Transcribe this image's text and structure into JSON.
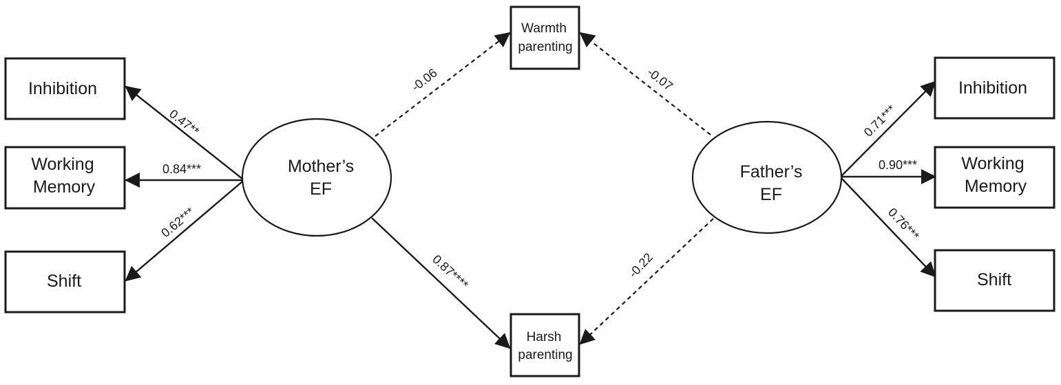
{
  "mother": {
    "line1": "Mother’s",
    "line2": "EF"
  },
  "father": {
    "line1": "Father’s",
    "line2": "EF"
  },
  "warmth": {
    "line1": "Warmth",
    "line2": "parenting"
  },
  "harsh": {
    "line1": "Harsh",
    "line2": "parenting"
  },
  "left_indicators": {
    "inhibition": "Inhibition",
    "working_memory": {
      "line1": "Working",
      "line2": "Memory"
    },
    "shift": "Shift"
  },
  "right_indicators": {
    "inhibition": "Inhibition",
    "working_memory": {
      "line1": "Working",
      "line2": "Memory"
    },
    "shift": "Shift"
  },
  "coefficients": {
    "mother_inhibition": "0.47**",
    "mother_working_memory": "0.84***",
    "mother_shift": "0.62***",
    "father_inhibition": "0.71***",
    "father_working_memory": "0.90***",
    "father_shift": "0.76***",
    "mother_warmth": "-0.06",
    "father_warmth": "-0.07",
    "mother_harsh": "0.87****",
    "father_harsh": "-0.22"
  },
  "line_styles": {
    "mother_warmth": "dashed",
    "father_warmth": "dashed",
    "mother_harsh": "solid",
    "father_harsh": "dashed"
  }
}
